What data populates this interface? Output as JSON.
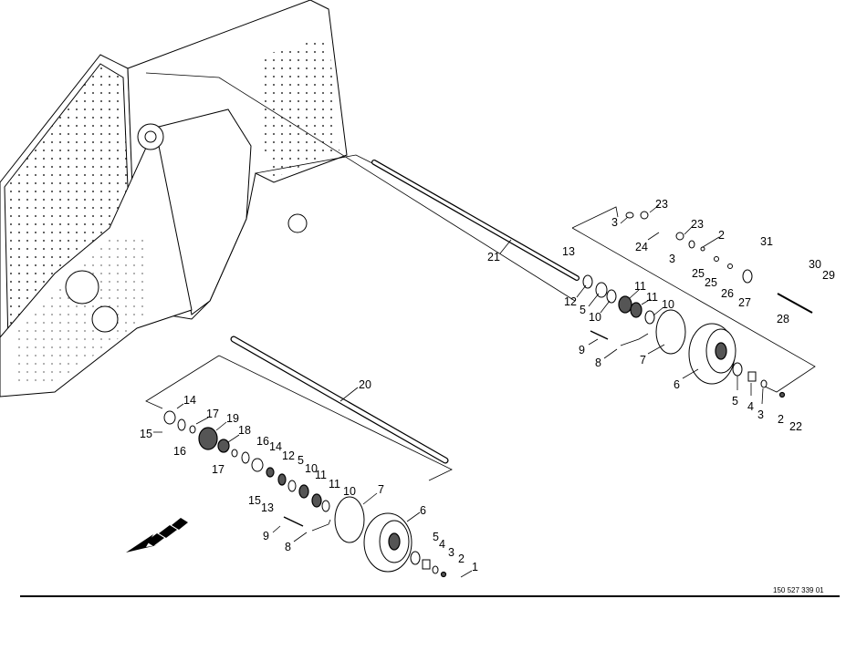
{
  "drawing_number": "150 527 339 01",
  "upper_assembly_labels": [
    "21",
    "13",
    "12",
    "5",
    "10",
    "11",
    "11",
    "10",
    "9",
    "8",
    "7",
    "6",
    "5",
    "4",
    "3",
    "2",
    "22",
    "3",
    "23",
    "24",
    "23",
    "2",
    "3",
    "25",
    "25",
    "26",
    "27",
    "31",
    "30",
    "29",
    "28"
  ],
  "lower_assembly_labels": [
    "20",
    "14",
    "15",
    "16",
    "17",
    "19",
    "18",
    "17",
    "16",
    "14",
    "12",
    "5",
    "10",
    "11",
    "11",
    "10",
    "7",
    "6",
    "9",
    "8",
    "5",
    "4",
    "3",
    "2",
    "1",
    "15",
    "13"
  ],
  "colors": {
    "line": "#000000",
    "background": "#ffffff"
  },
  "icons": [
    "direction-arrow-icon"
  ]
}
